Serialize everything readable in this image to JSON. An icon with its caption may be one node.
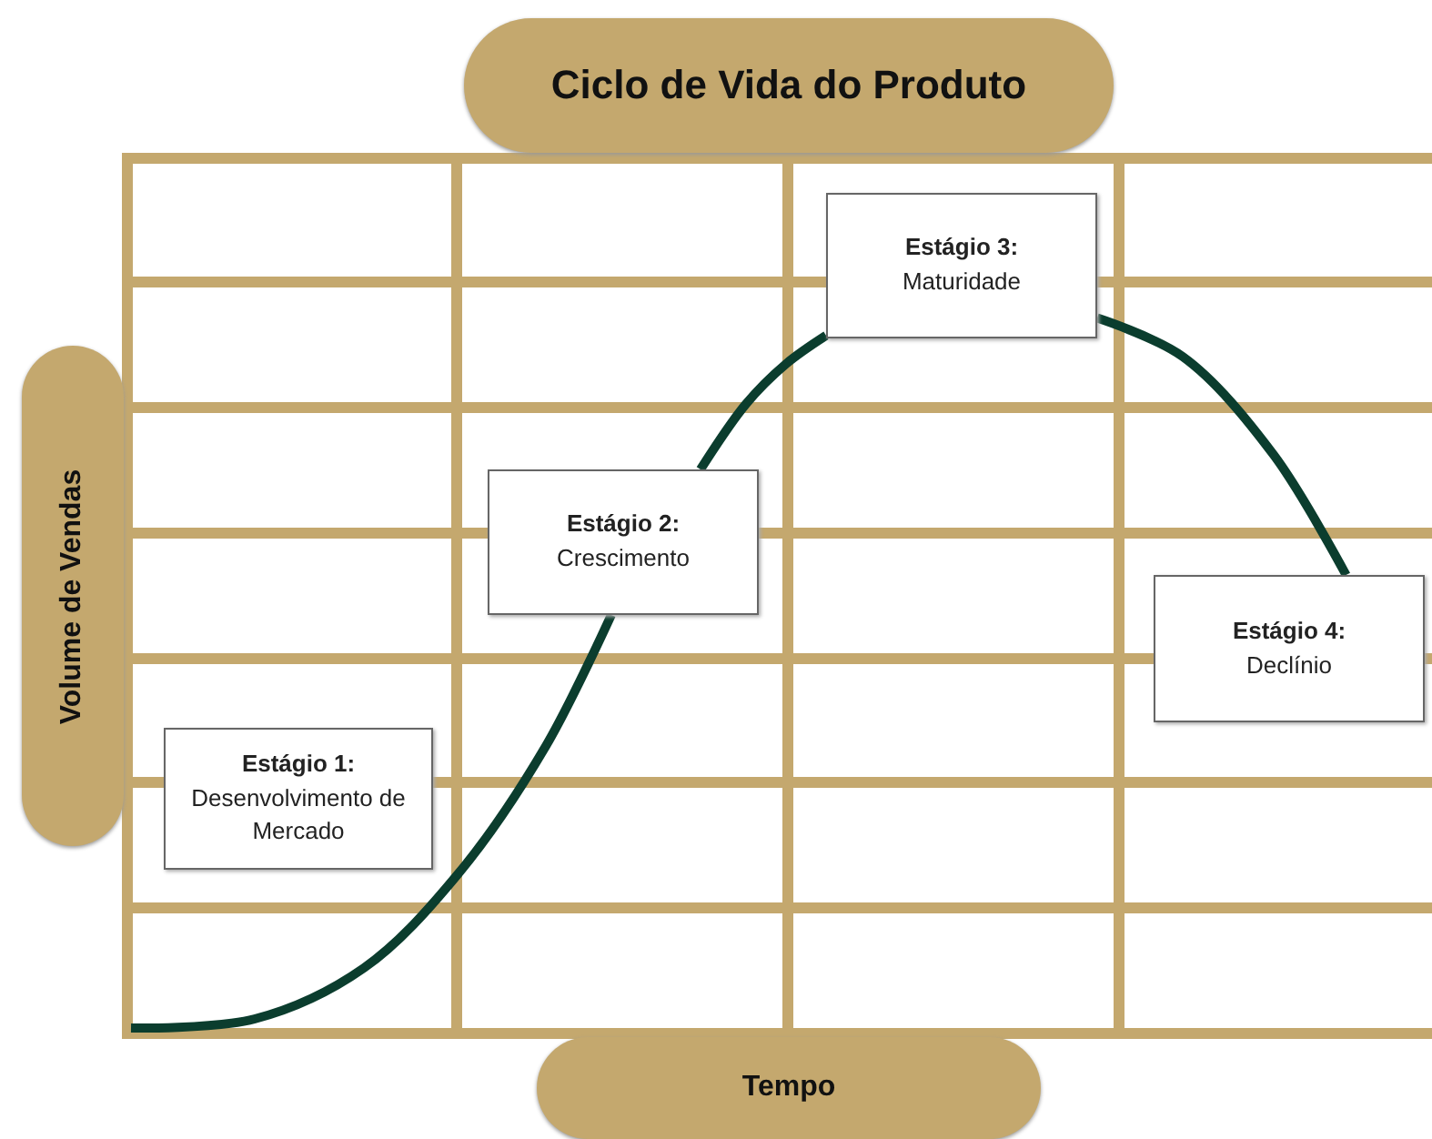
{
  "diagram": {
    "title": "Ciclo de Vida do Produto",
    "nodes": [
      {
        "text": [
          "Volume de Vendas"
        ]
      },
      {
        "text": [
          "Tempo"
        ]
      },
      {
        "text": [
          "Estágio 1:",
          "Desenvolvimento de Mercado"
        ]
      },
      {
        "text": [
          "Estágio 2:",
          "Crescimento"
        ]
      },
      {
        "text": [
          "Estágio 3:",
          "Maturidade"
        ]
      },
      {
        "text": [
          "Estágio 4:",
          "Declínio"
        ]
      }
    ],
    "edges": [
      {
        "from": null,
        "to": 3,
        "arrow": "none"
      },
      {
        "from": 3,
        "to": 4,
        "arrow": "none"
      },
      {
        "from": 4,
        "to": 5,
        "arrow": "none"
      }
    ]
  }
}
